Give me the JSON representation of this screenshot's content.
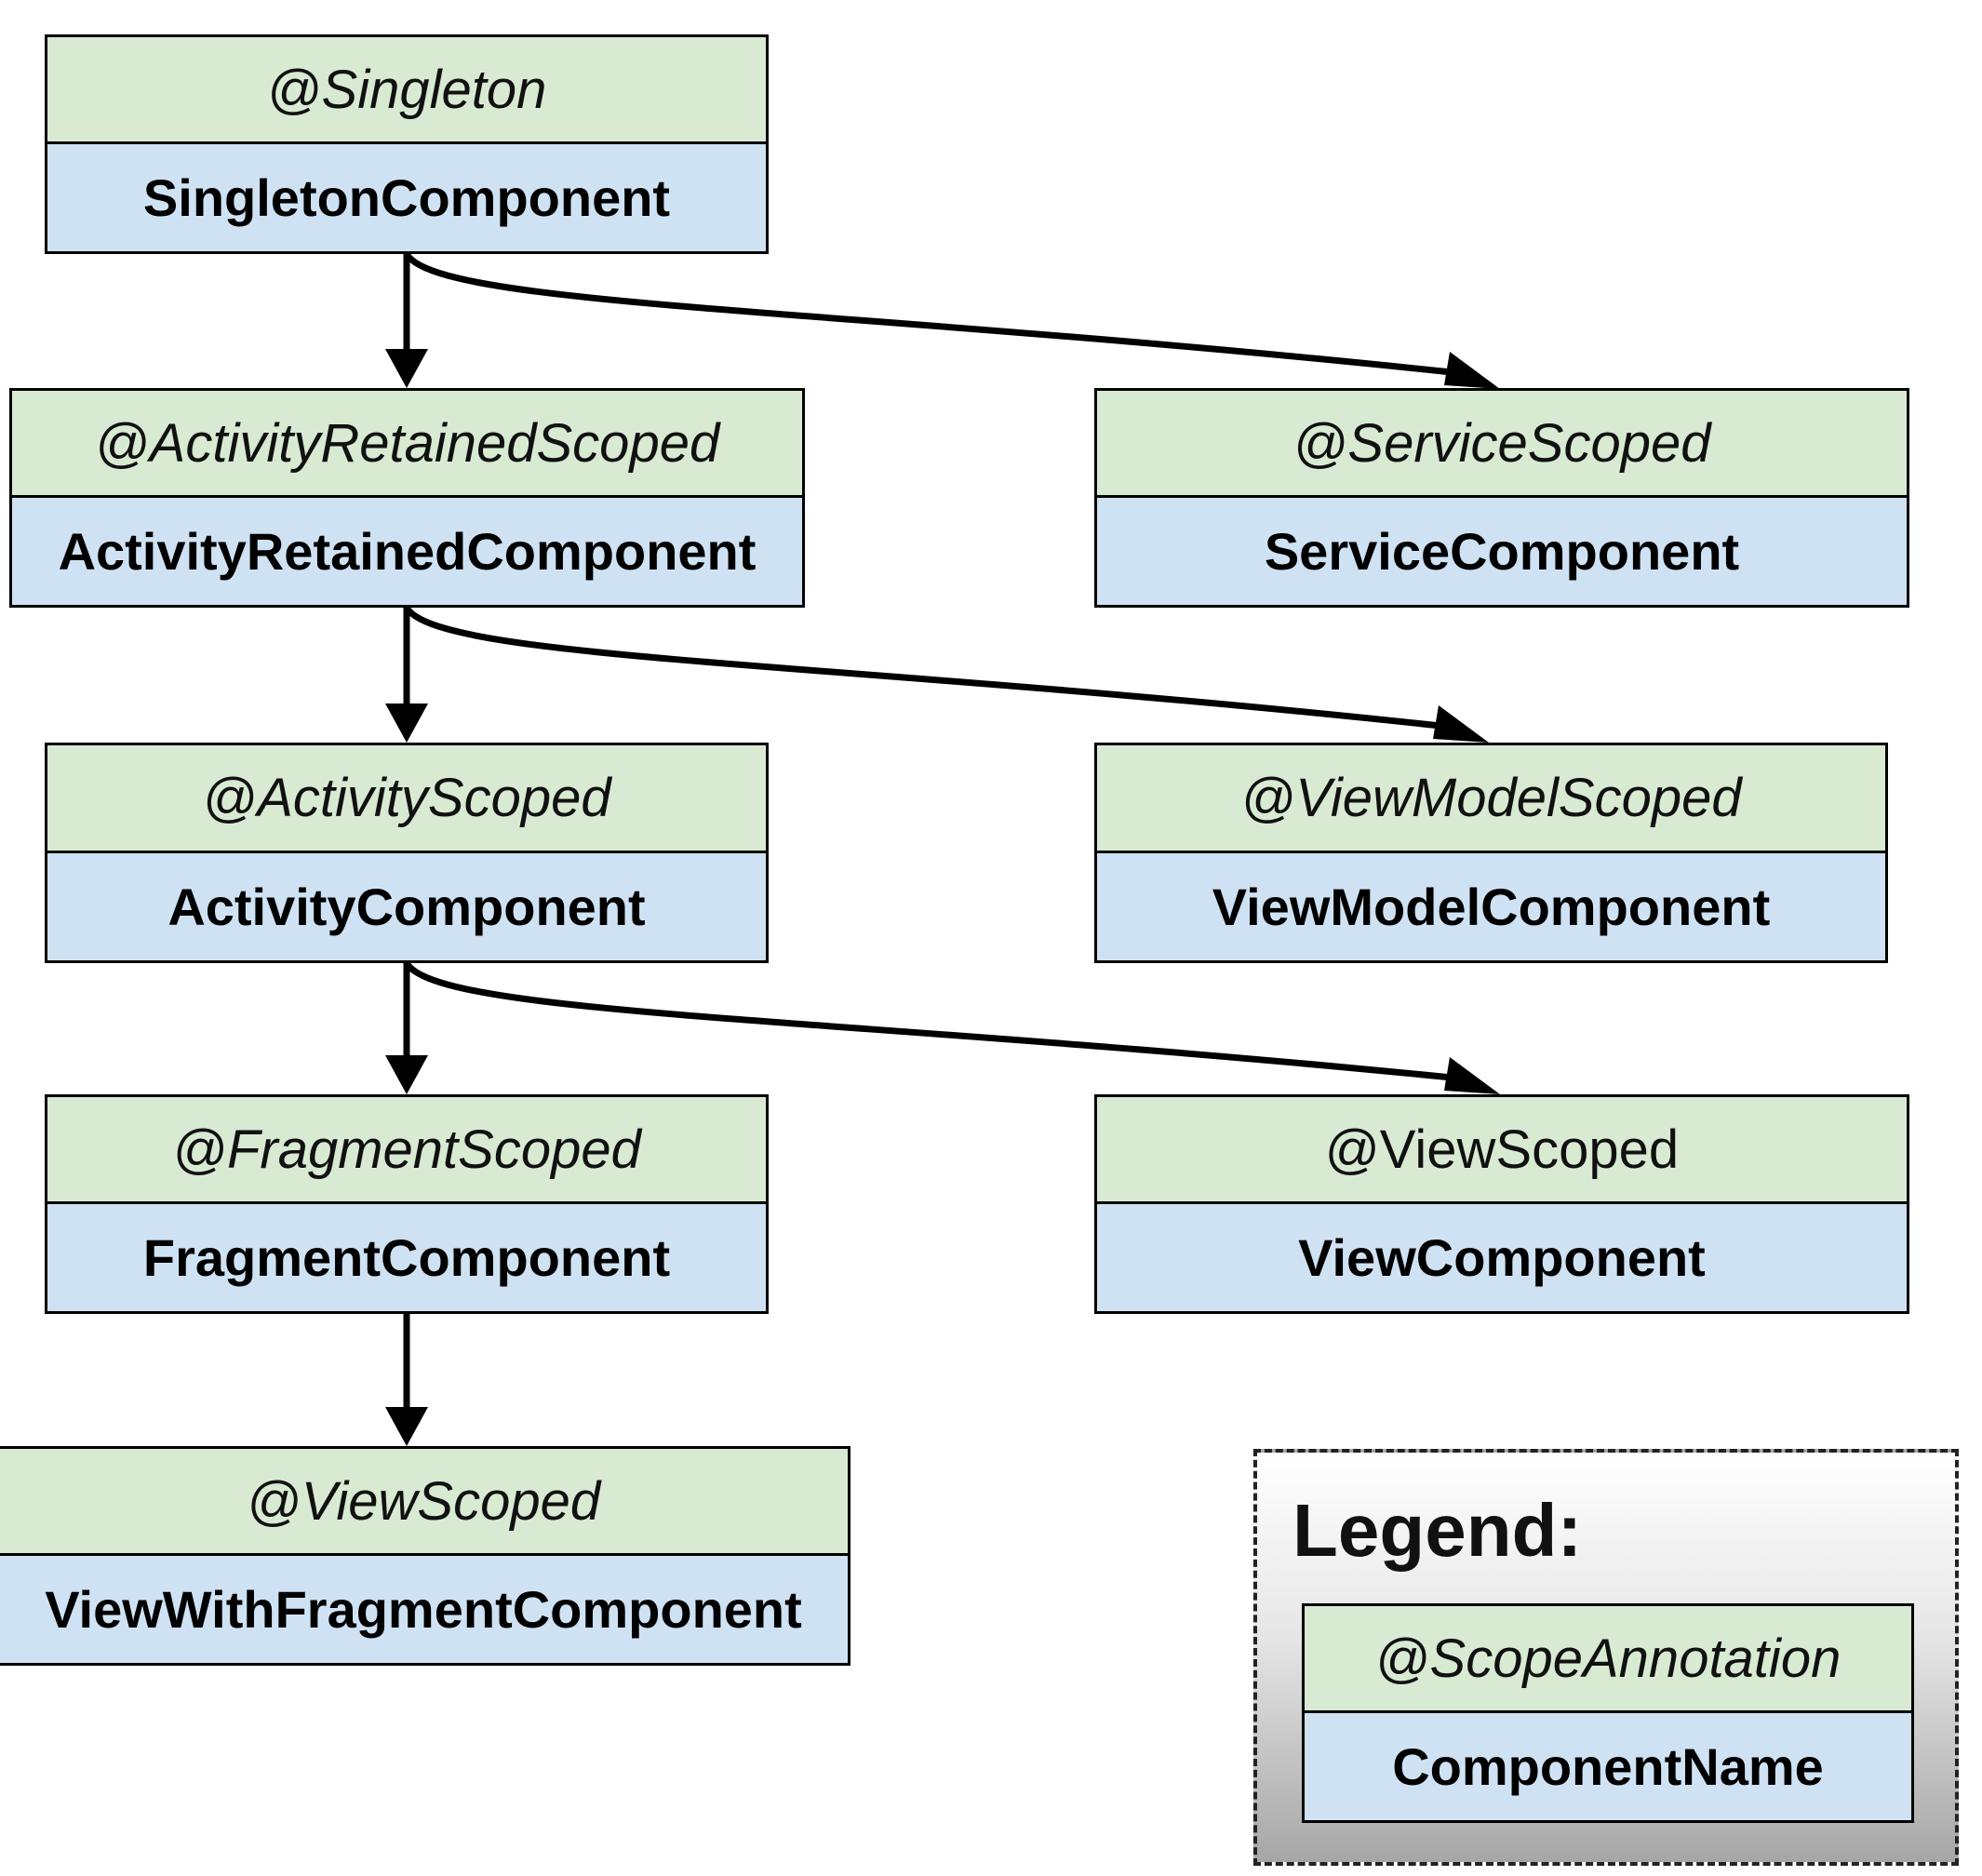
{
  "nodes": [
    {
      "id": "singleton",
      "scope": "@Singleton",
      "component": "SingletonComponent"
    },
    {
      "id": "activity-retained",
      "scope": "@ActivityRetainedScoped",
      "component": "ActivityRetainedComponent"
    },
    {
      "id": "service",
      "scope": "@ServiceScoped",
      "component": "ServiceComponent"
    },
    {
      "id": "activity",
      "scope": "@ActivityScoped",
      "component": "ActivityComponent"
    },
    {
      "id": "view-model",
      "scope": "@ViewModelScoped",
      "component": "ViewModelComponent"
    },
    {
      "id": "fragment",
      "scope": "@FragmentScoped",
      "component": "FragmentComponent"
    },
    {
      "id": "view",
      "scope": "@ViewScoped",
      "component": "ViewComponent"
    },
    {
      "id": "view-with-fragment",
      "scope": "@ViewScoped",
      "component": "ViewWithFragmentComponent"
    }
  ],
  "edges": [
    {
      "from": "singleton",
      "to": "activity-retained"
    },
    {
      "from": "singleton",
      "to": "service"
    },
    {
      "from": "activity-retained",
      "to": "activity"
    },
    {
      "from": "activity-retained",
      "to": "view-model"
    },
    {
      "from": "activity",
      "to": "fragment"
    },
    {
      "from": "activity",
      "to": "view"
    },
    {
      "from": "fragment",
      "to": "view-with-fragment"
    }
  ],
  "legend": {
    "title": "Legend:",
    "scope": "@ScopeAnnotation",
    "component": "ComponentName"
  },
  "colors": {
    "scope_fill": "#d9ead3",
    "component_fill": "#cfe2f3",
    "stroke": "#000000"
  }
}
